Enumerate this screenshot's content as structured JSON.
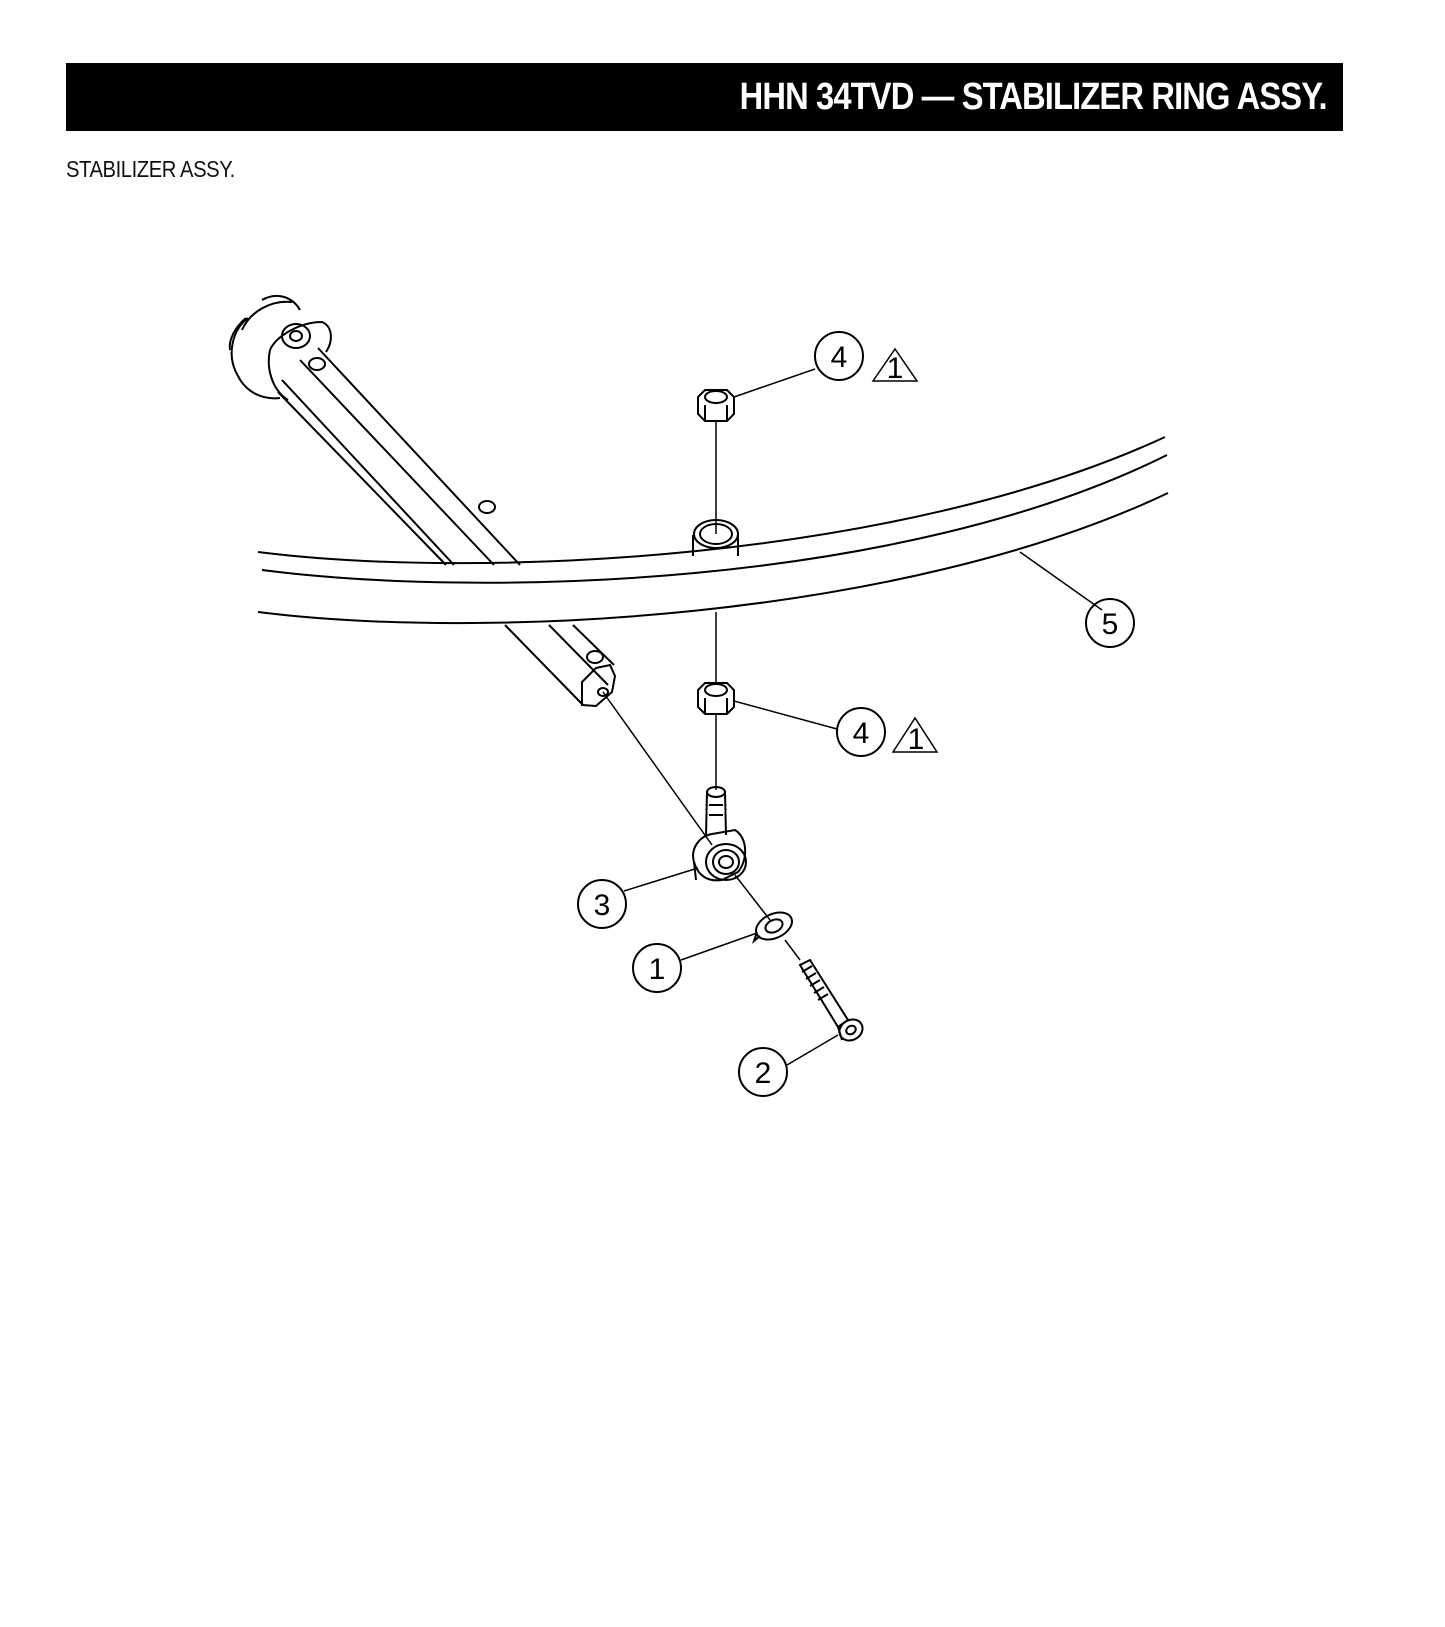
{
  "header": {
    "title": "HHN 34TVD — STABILIZER RING ASSY.",
    "background_color": "#000000",
    "text_color": "#ffffff"
  },
  "section": {
    "label": "STABILIZER ASSY."
  },
  "diagram": {
    "callouts": [
      {
        "number": "1",
        "part": "washer"
      },
      {
        "number": "2",
        "part": "socket-head-cap-screw"
      },
      {
        "number": "3",
        "part": "rod-end-bearing"
      },
      {
        "number": "4",
        "part": "hex-nut-upper",
        "note": "1"
      },
      {
        "number": "4",
        "part": "hex-nut-lower",
        "note": "1"
      },
      {
        "number": "5",
        "part": "stabilizer-ring"
      }
    ]
  }
}
